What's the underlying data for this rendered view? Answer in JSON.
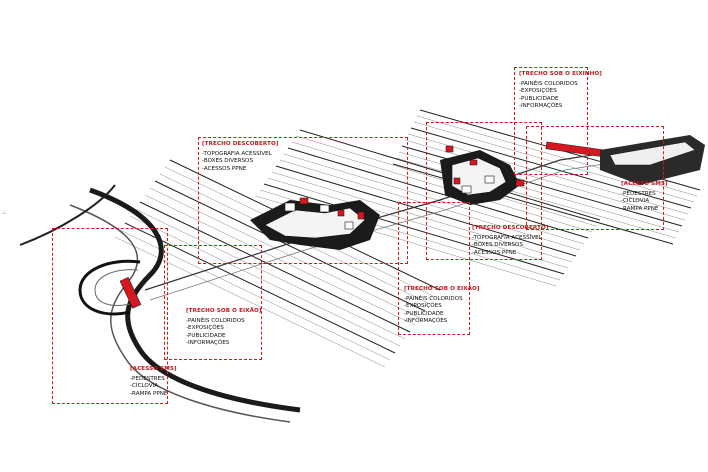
{
  "callouts": [
    {
      "id": "acesso-sms-left",
      "title": "[ACESSO SMS]",
      "items": [
        "PEDESTRES",
        "CICLOVIA",
        "RAMPA PPNE"
      ]
    },
    {
      "id": "trecho-sob-eixao-left",
      "title": "[TRECHO SOB O EIXÃO]",
      "items": [
        "PAINÉIS COLORIDOS",
        "EXPOSIÇÕES",
        "PUBLICIDADE",
        "INFORMAÇÕES"
      ]
    },
    {
      "id": "trecho-descoberto-left",
      "title": "[TRECHO DESCOBERTO]",
      "items": [
        "TOPOGRAFIA ACESSÍVEL",
        "BOXES DIVERSOS",
        "ACESSOS PPNE"
      ]
    },
    {
      "id": "trecho-sob-eixao-center",
      "title": "[TRECHO SOB O EIXÃO]",
      "items": [
        "PAINÉIS COLORIDOS",
        "EXPOSIÇÕES",
        "PUBLICIDADE",
        "INFORMAÇÕES"
      ]
    },
    {
      "id": "trecho-descoberto-right",
      "title": "[TRECHO DESCOBERTO]",
      "items": [
        "TOPOGRAFIA ACESSÍVEL",
        "BOXES DIVERSOS",
        "ACESSOS PPNE"
      ]
    },
    {
      "id": "trecho-sob-eixinho",
      "title": "[TRECHO SOB O EIXINHO]",
      "items": [
        "PAINÉIS COLORIDOS",
        "EXPOSIÇÕES",
        "PUBLICIDADE",
        "INFORMAÇÕES"
      ]
    },
    {
      "id": "acesso-sms-right",
      "title": "[ACESSO SMS]",
      "items": [
        "PEDESTRES",
        "CICLOVIA",
        "RAMPA PPNE"
      ]
    }
  ],
  "colors": {
    "accent": "#c8141c",
    "ink": "#111111",
    "zone_border": "#d11a1a"
  }
}
